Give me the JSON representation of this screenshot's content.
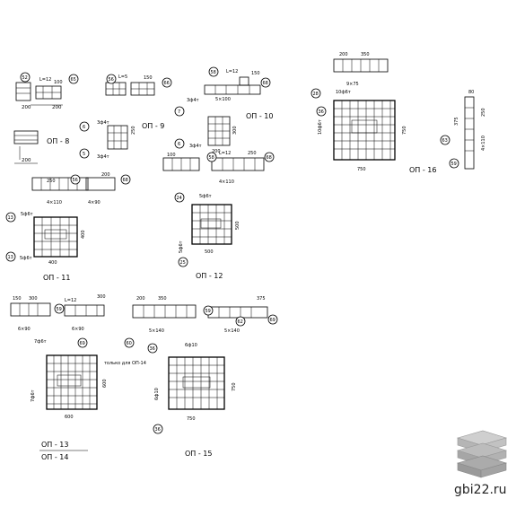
{
  "drawing": {
    "labels": {
      "op8": "ОП - 8",
      "op9": "ОП - 9",
      "op10": "ОП - 10",
      "op11": "ОП - 11",
      "op12": "ОП - 12",
      "op13": "ОП - 13",
      "op14": "ОП - 14",
      "op15": "ОП - 15",
      "op16": "ОП - 16"
    },
    "markers": {
      "m5": "5",
      "m6": "6",
      "m7": "7",
      "m13": "13",
      "m24": "24",
      "m25": "25",
      "m28": "28",
      "m36": "36",
      "m52": "52",
      "m56": "56",
      "m58": "58",
      "m59": "59",
      "m60": "60",
      "m62": "62",
      "m63": "63",
      "m65": "65",
      "m66": "66",
      "m68": "68",
      "m69": "69"
    },
    "dims": {
      "d200": "200",
      "d250": "250",
      "d300": "300",
      "d350": "350",
      "d400": "400",
      "d500": "500",
      "d600": "600",
      "d750": "750",
      "d100": "100",
      "d150": "150",
      "d375": "375",
      "d80": "80",
      "s5x140": "5×140",
      "s6x90": "6×90",
      "s4x110": "4×110",
      "s9x75": "9×75",
      "s5x100": "5×100",
      "s4x90": "4×90",
      "r3f4": "3ф4т",
      "r3f4b": "3ф4т",
      "r5f6": "5ф6т",
      "r5f6b": "5ф6т",
      "r7f6": "7ф6т",
      "r7f6b": "7ф6т",
      "r10f6": "10ф6т",
      "r6f10": "6ф10",
      "r6f10b": "6ф10",
      "l12": "L=12",
      "l12b": "L=12",
      "l12c": "L=12",
      "l5": "L=5",
      "only14": "только для ОП-14"
    }
  },
  "brand": {
    "site": "gbi22.ru"
  },
  "colors": {
    "ink": "#000000",
    "logo_top": "#cfcfcf",
    "logo_mid": "#b5b5b5",
    "logo_bot": "#9a9a9a"
  }
}
